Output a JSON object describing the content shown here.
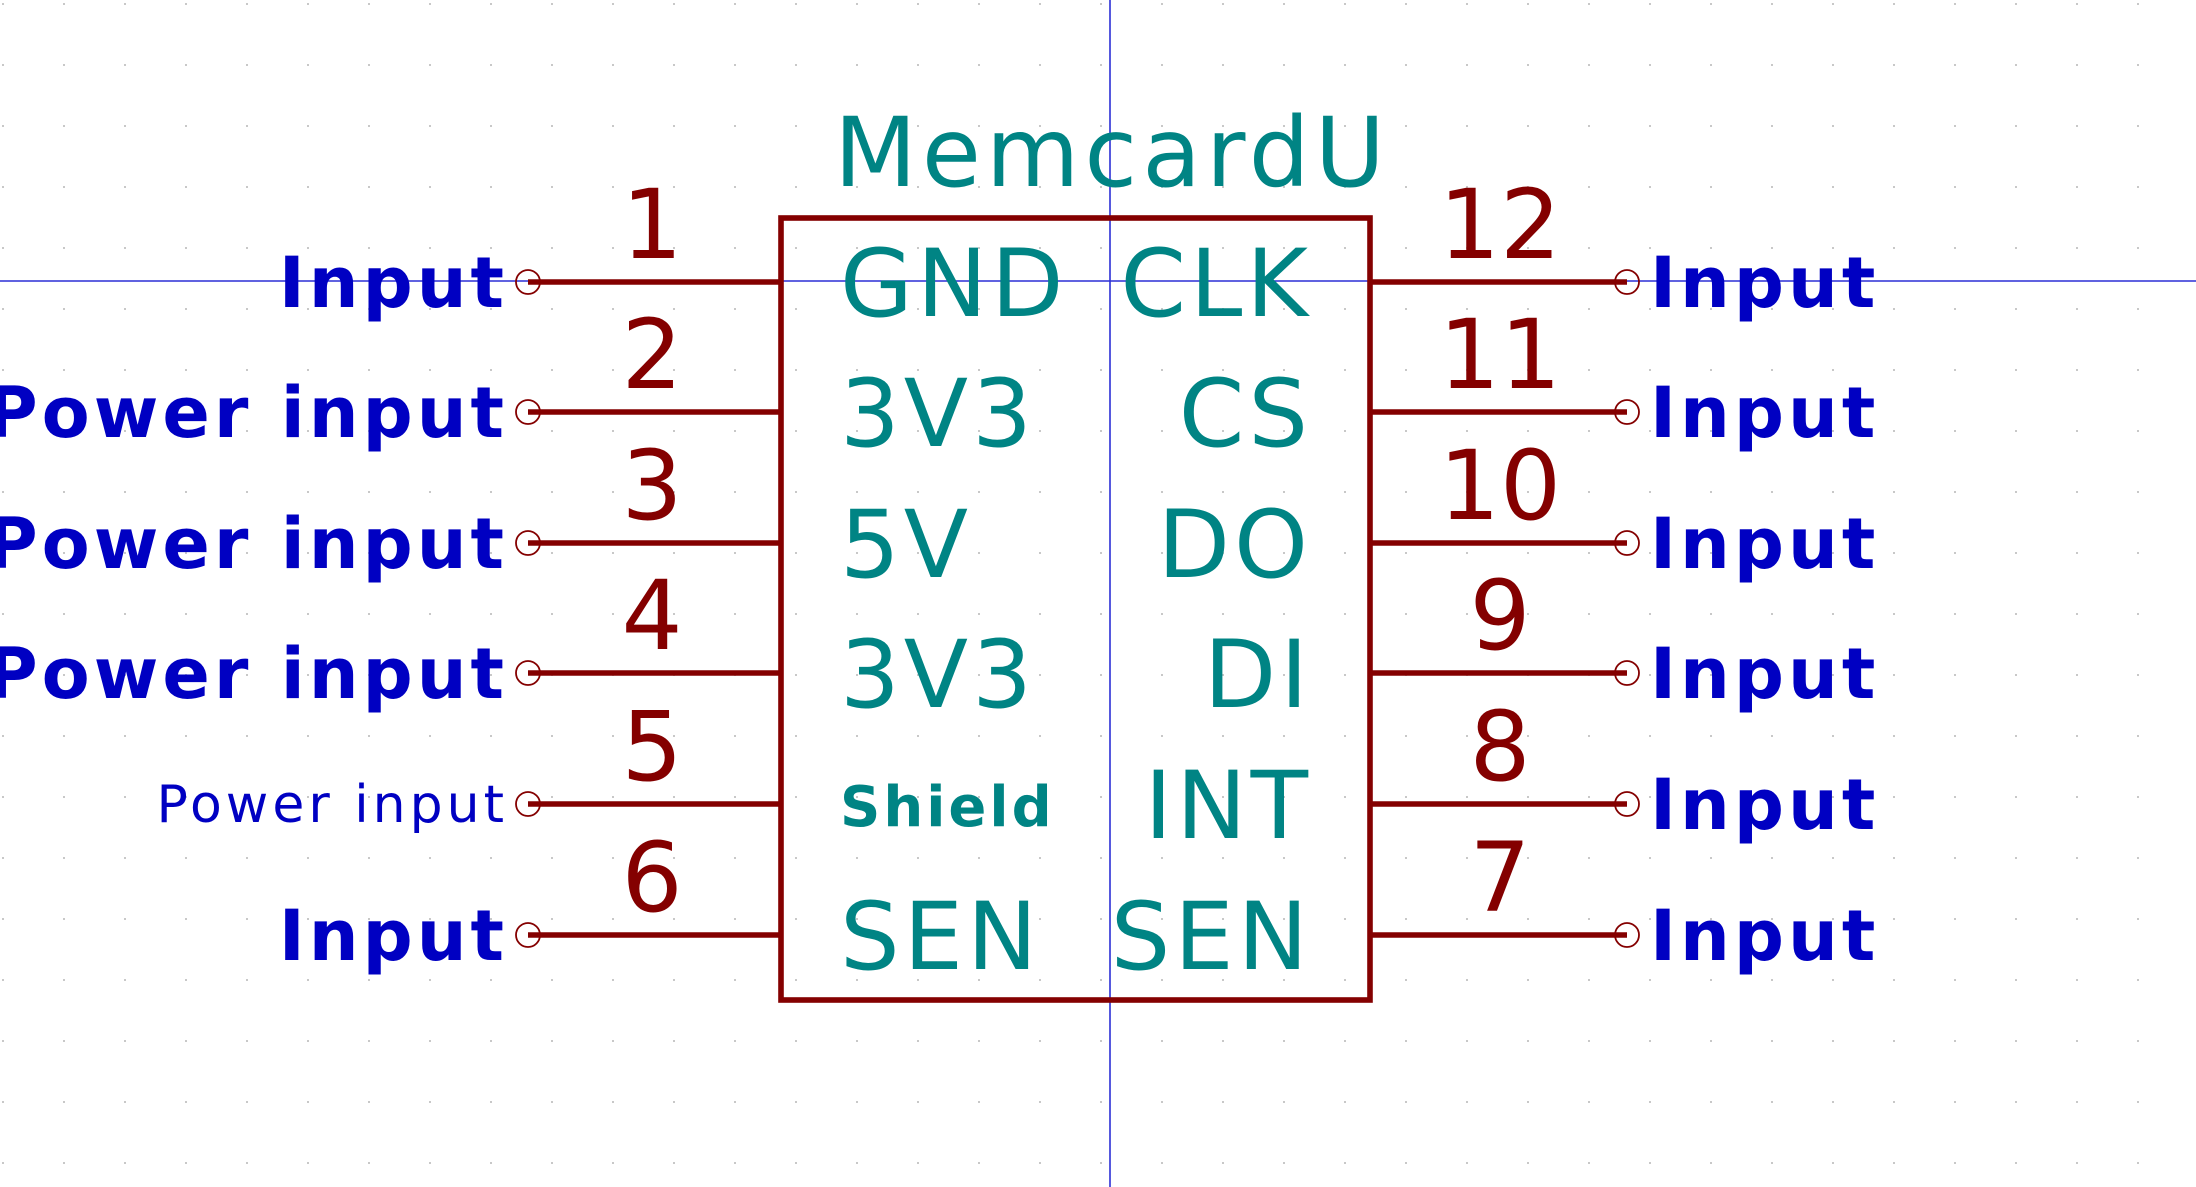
{
  "component": {
    "reference": "MemcardU",
    "colors": {
      "body": "#840000",
      "pin_name": "#008484",
      "pin_type": "#0000c2",
      "crosshair": "#2b2fd6",
      "grid_dot": "#c8c8c8",
      "background": "#ffffff"
    }
  },
  "left_pins": [
    {
      "number": "1",
      "name": "GND",
      "type": "Input"
    },
    {
      "number": "2",
      "name": "3V3",
      "type": "Power input"
    },
    {
      "number": "3",
      "name": "5V",
      "type": "Power input"
    },
    {
      "number": "4",
      "name": "3V3",
      "type": "Power input"
    },
    {
      "number": "5",
      "name": "Shield",
      "type": "Power input"
    },
    {
      "number": "6",
      "name": "SEN",
      "type": "Input"
    }
  ],
  "right_pins": [
    {
      "number": "12",
      "name": "CLK",
      "type": "Input"
    },
    {
      "number": "11",
      "name": "CS",
      "type": "Input"
    },
    {
      "number": "10",
      "name": "DO",
      "type": "Input"
    },
    {
      "number": "9",
      "name": "DI",
      "type": "Input"
    },
    {
      "number": "8",
      "name": "INT",
      "type": "Input"
    },
    {
      "number": "7",
      "name": "SEN",
      "type": "Input"
    }
  ]
}
